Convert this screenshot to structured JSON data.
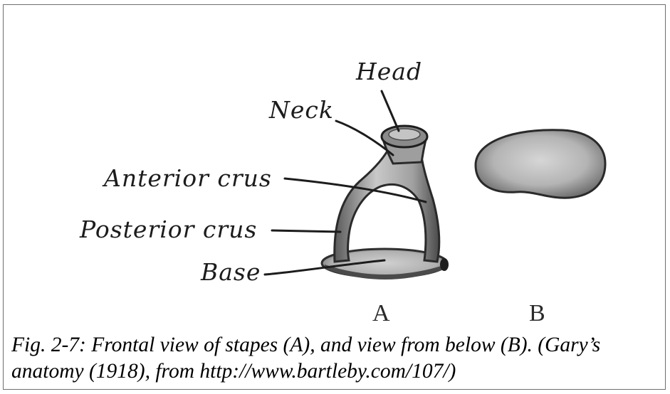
{
  "figure": {
    "labels": {
      "head": "Head",
      "neck": "Neck",
      "anterior_crus": "Anterior crus",
      "posterior_crus": "Posterior crus",
      "base": "Base"
    },
    "panels": {
      "a": "A",
      "b": "B"
    }
  },
  "caption": {
    "line1": "Fig. 2-7: Frontal view of stapes (A), and view from below (B). (Gary’s",
    "line2": "anatomy (1918), from http://www.bartleby.com/107/)"
  }
}
